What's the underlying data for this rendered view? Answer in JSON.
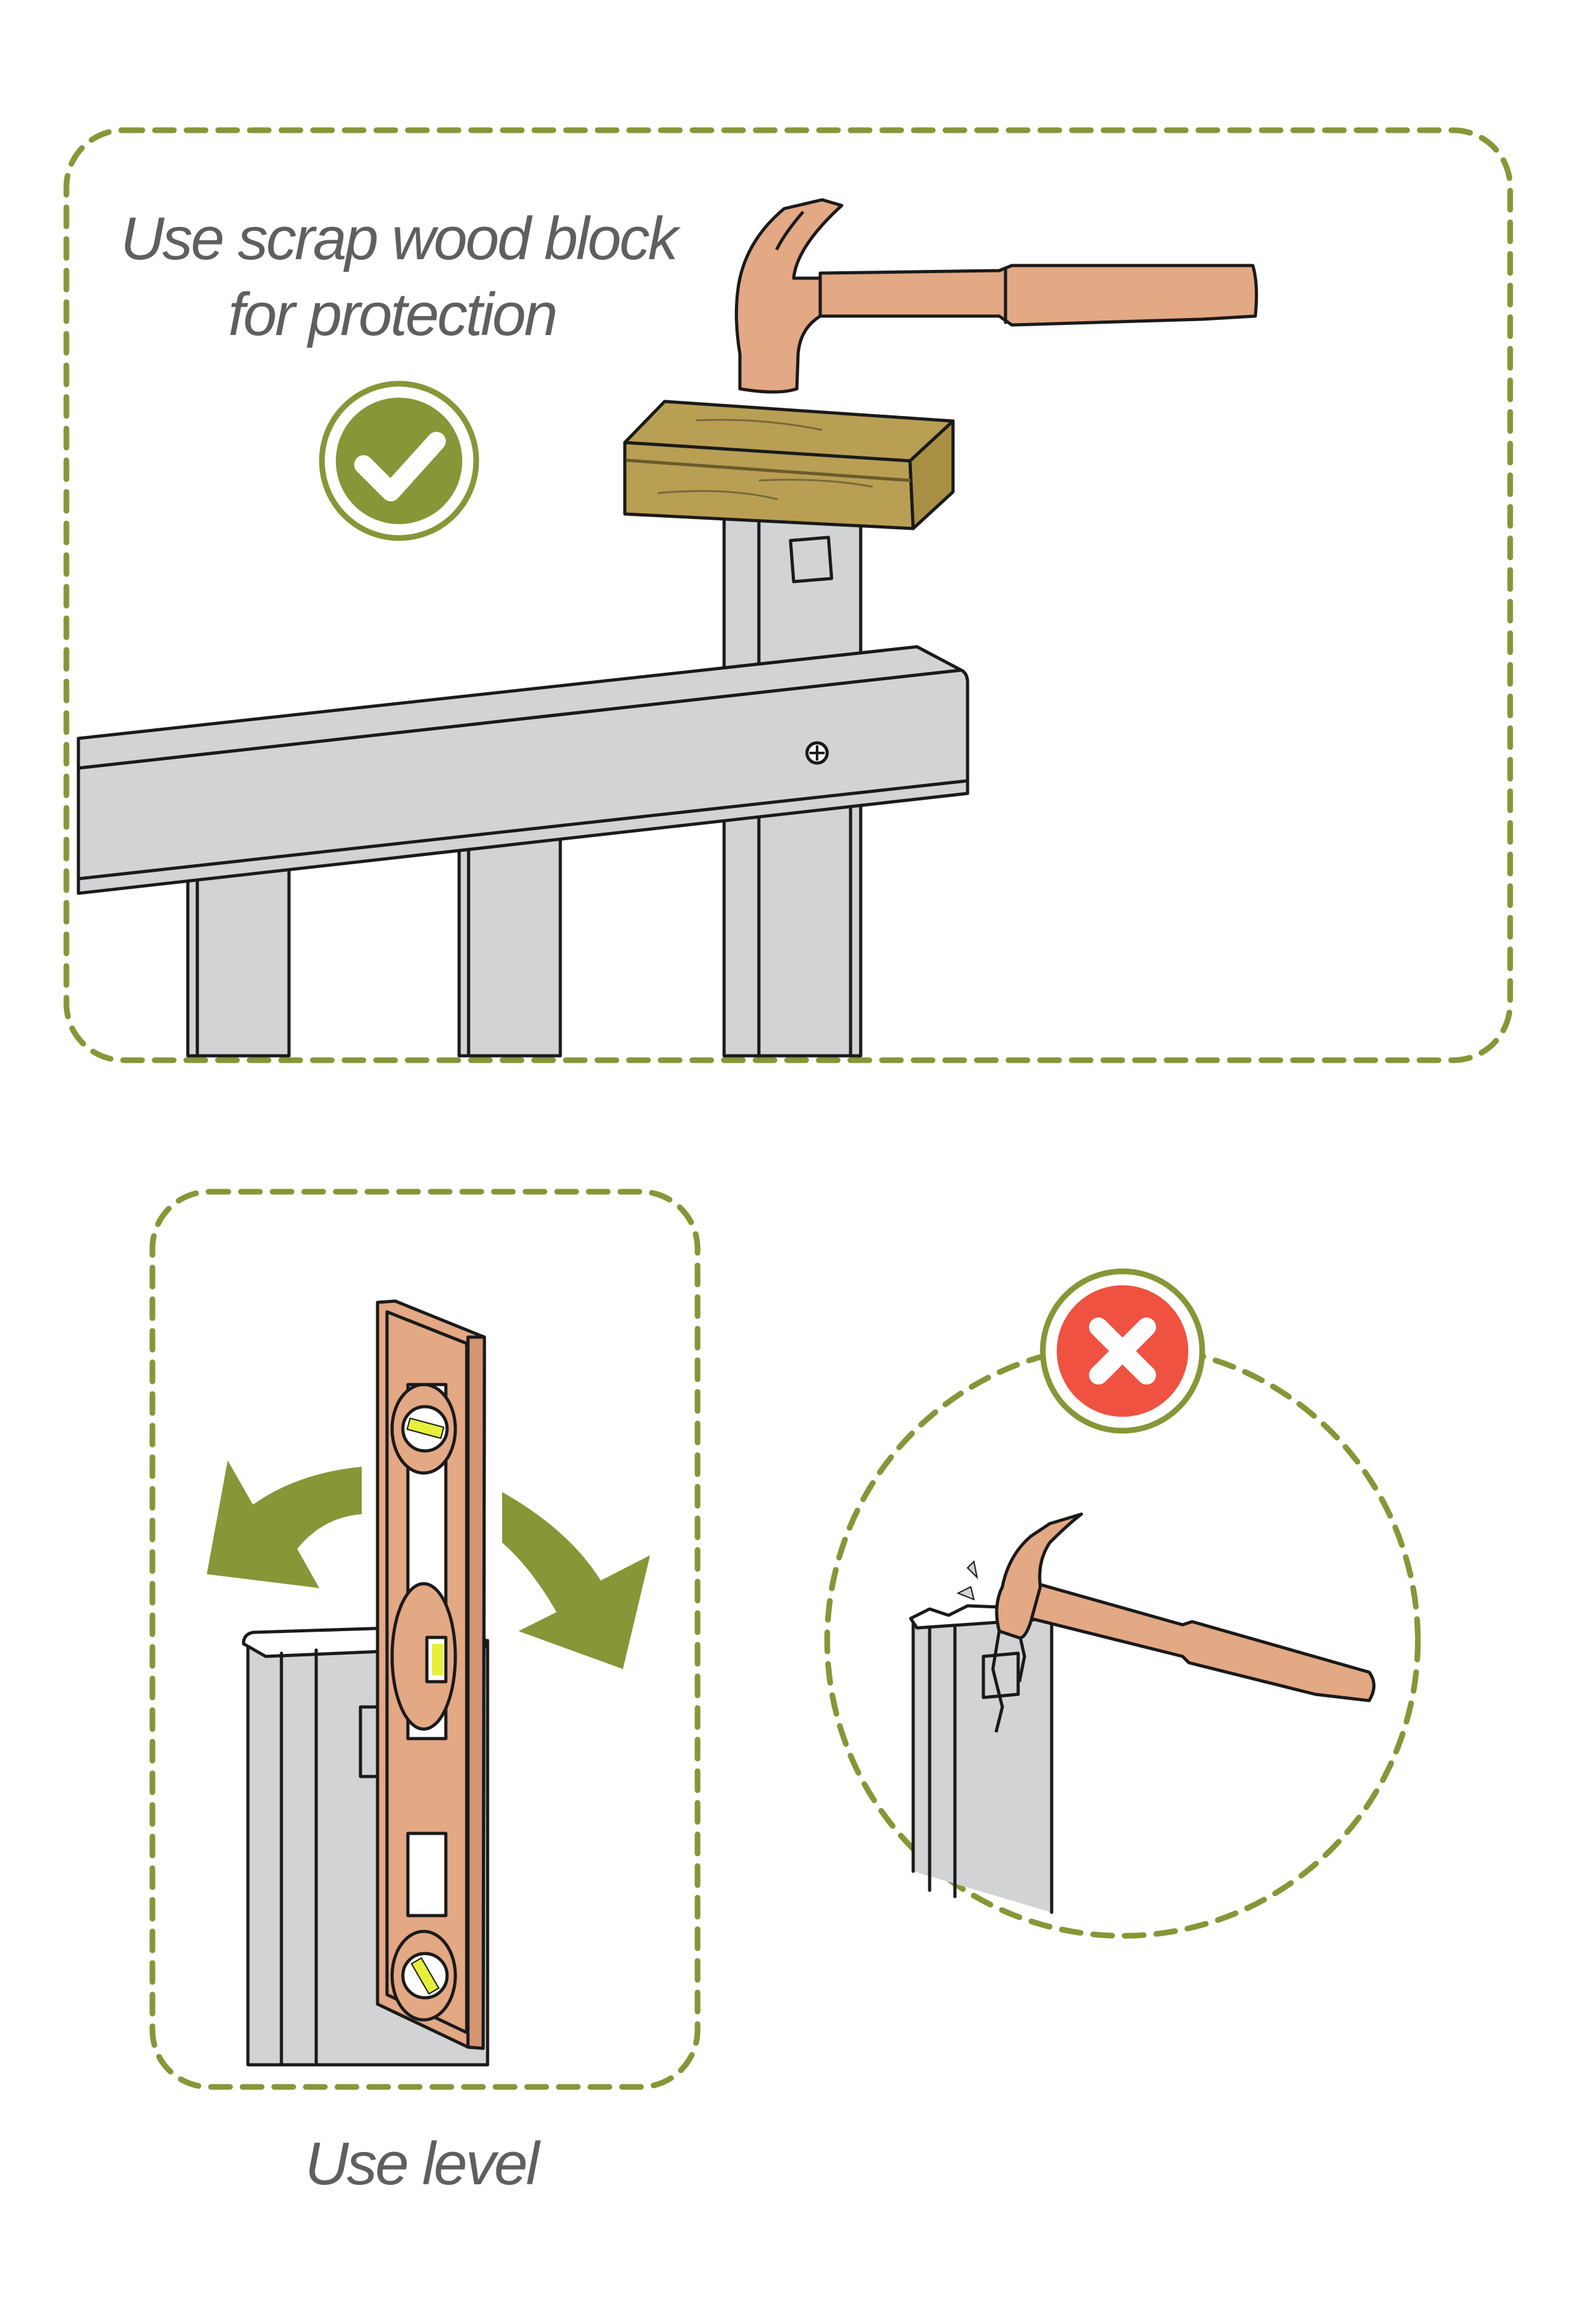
{
  "panels": {
    "protection": {
      "caption_line1": "Use scrap wood block",
      "caption_line2": "for protection",
      "status_icon": "check-icon"
    },
    "level": {
      "caption": "Use level"
    },
    "no_direct_hammer": {
      "status_icon": "x-icon"
    }
  },
  "colors": {
    "accent_green": "#879637",
    "error_red": "#ef5240",
    "post_gray": "#d2d3d5",
    "wood": "#b99f54",
    "hammer": "#e3a884",
    "bubble": "#e6f03a",
    "text_gray": "#5f5f60"
  }
}
